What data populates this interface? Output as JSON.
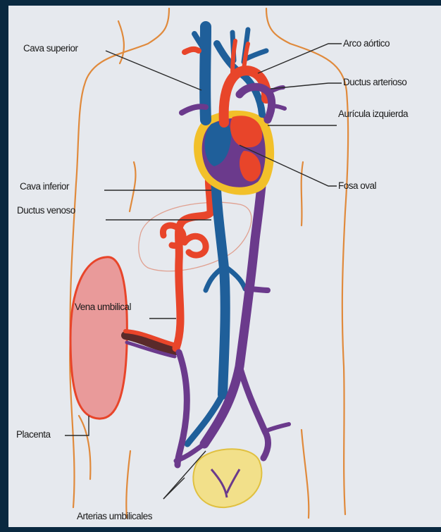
{
  "diagram": {
    "labels": {
      "cava_superior": "Cava superior",
      "arco_aortico": "Arco aórtico",
      "ductus_arterioso": "Ductus arterioso",
      "auricula_izquierda": "Aurícula izquierda",
      "fosa_oval": "Fosa oval",
      "cava_inferior": "Cava inferior",
      "ductus_venoso": "Ductus venoso",
      "vena_umbilical": "Vena umbilical",
      "placenta": "Placenta",
      "arterias_umbilicales": "Arterias umbilicales"
    },
    "colors": {
      "arterial": "#e8452a",
      "venous": "#1f5f9a",
      "mixed": "#6b3a8c",
      "body_outline": "#e08a3c",
      "heart_rim": "#f2c02a",
      "placenta": "#e99a9a",
      "bladder": "#f2e08a"
    }
  }
}
